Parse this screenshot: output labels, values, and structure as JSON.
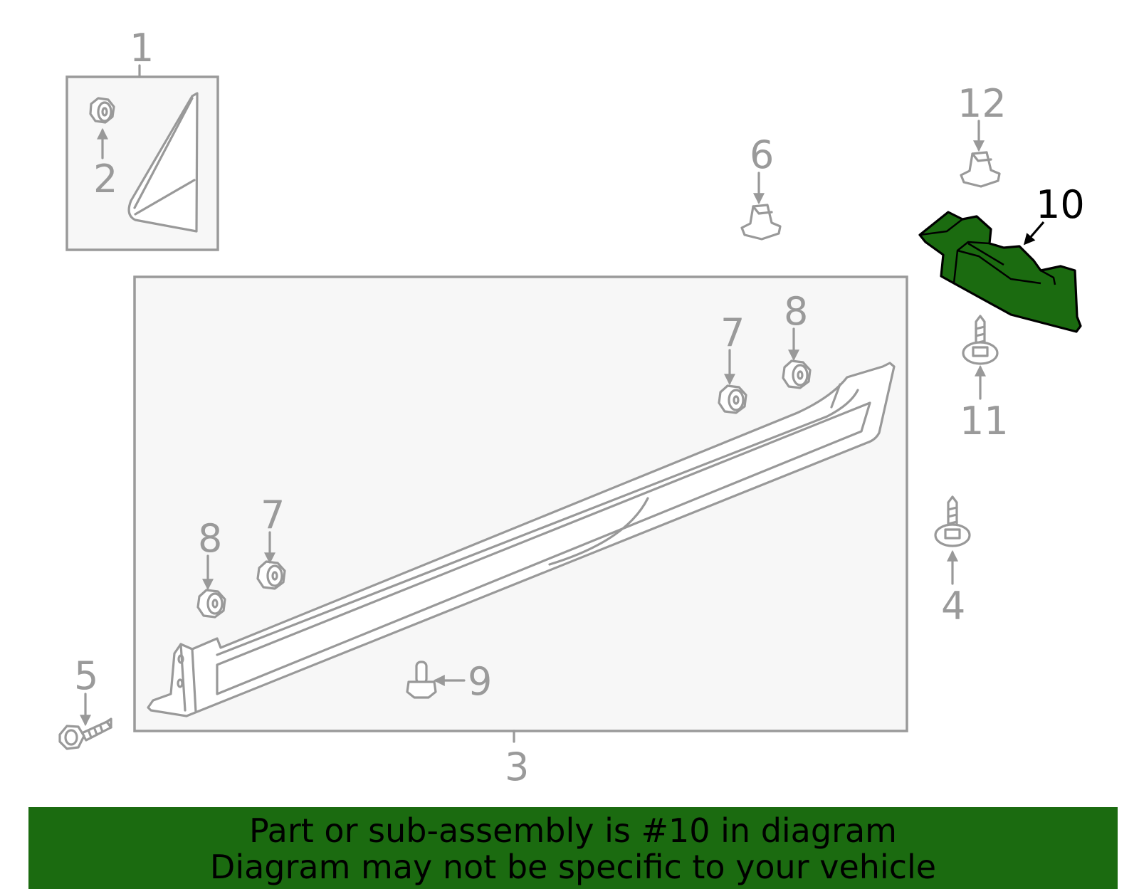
{
  "diagram": {
    "callouts": {
      "c1": "1",
      "c2": "2",
      "c3": "3",
      "c4": "4",
      "c5": "5",
      "c6": "6",
      "c7a": "7",
      "c7b": "7",
      "c8a": "8",
      "c8b": "8",
      "c9": "9",
      "c10": "10",
      "c11": "11",
      "c12": "12"
    },
    "highlighted_part": "10",
    "highlight_color": "#1b6b10",
    "line_color": "#999999",
    "box_fill": "#f7f7f7"
  },
  "banner": {
    "line1": "Part or sub-assembly is #10 in diagram",
    "line2": "Diagram may not be specific to your vehicle",
    "background": "#1b6b10"
  }
}
